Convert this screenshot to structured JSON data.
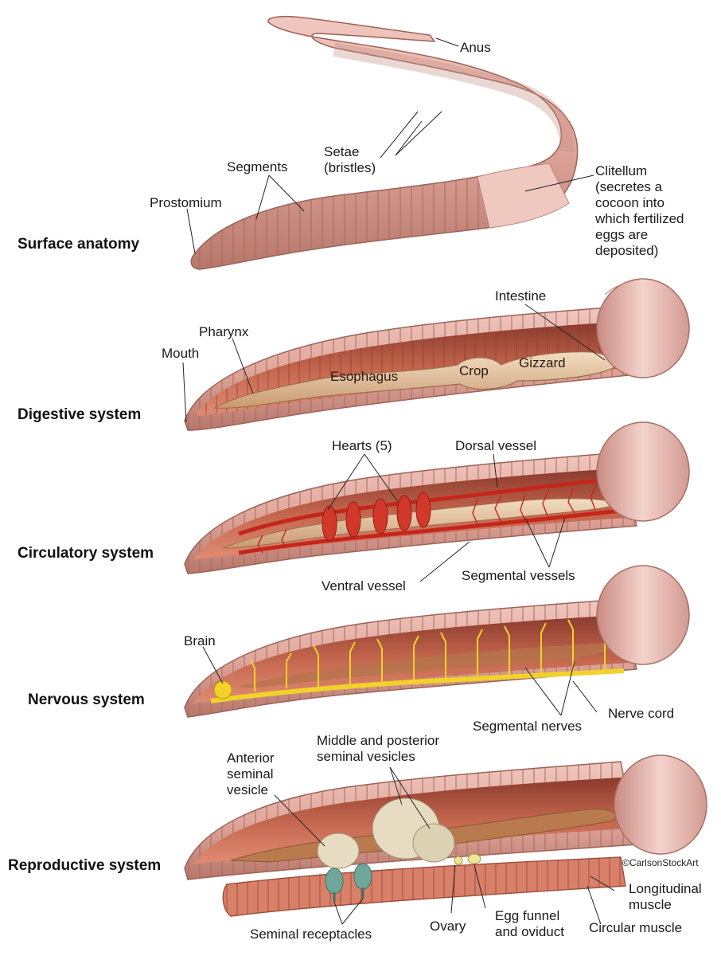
{
  "sections": {
    "surface": "Surface anatomy",
    "digestive": "Digestive system",
    "circulatory": "Circulatory system",
    "nervous": "Nervous system",
    "reproductive": "Reproductive system"
  },
  "surface_labels": {
    "anus": "Anus",
    "setae": [
      "Setae",
      "(bristles)"
    ],
    "segments": "Segments",
    "prostomium": "Prostomium",
    "clitellum": [
      "Clitellum",
      "(secretes a",
      "cocoon into",
      "which fertilized",
      "eggs are",
      "deposited)"
    ]
  },
  "digestive_labels": {
    "intestine": "Intestine",
    "pharynx": "Pharynx",
    "mouth": "Mouth",
    "esophagus": "Esophagus",
    "crop": "Crop",
    "gizzard": "Gizzard"
  },
  "circulatory_labels": {
    "hearts": "Hearts (5)",
    "dorsal_vessel": "Dorsal vessel",
    "ventral_vessel": "Ventral vessel",
    "segmental_vessels": "Segmental vessels"
  },
  "nervous_labels": {
    "brain": "Brain",
    "nerve_cord": "Nerve cord",
    "segmental_nerves": "Segmental nerves"
  },
  "reproductive_labels": {
    "anterior_seminal_vesicle": [
      "Anterior",
      "seminal",
      "vesicle"
    ],
    "middle_posterior_vesicles": [
      "Middle and posterior",
      "seminal vesicles"
    ],
    "longitudinal_muscle": [
      "Longitudinal",
      "muscle"
    ],
    "circular_muscle": "Circular muscle",
    "egg_funnel": [
      "Egg funnel",
      "and oviduct"
    ],
    "ovary": "Ovary",
    "seminal_receptacles": "Seminal receptacles"
  },
  "copyright": "©CarlsonStockArt",
  "colors": {
    "skin": "#e3aca2",
    "skin_dark": "#b8786c",
    "cavity": "#c9705a",
    "gut": "#e2c3a0",
    "vessel": "#c4261c",
    "nerve": "#f2d22a",
    "vesicle": "#e7dcc2",
    "receptacle": "#6fa89a"
  }
}
